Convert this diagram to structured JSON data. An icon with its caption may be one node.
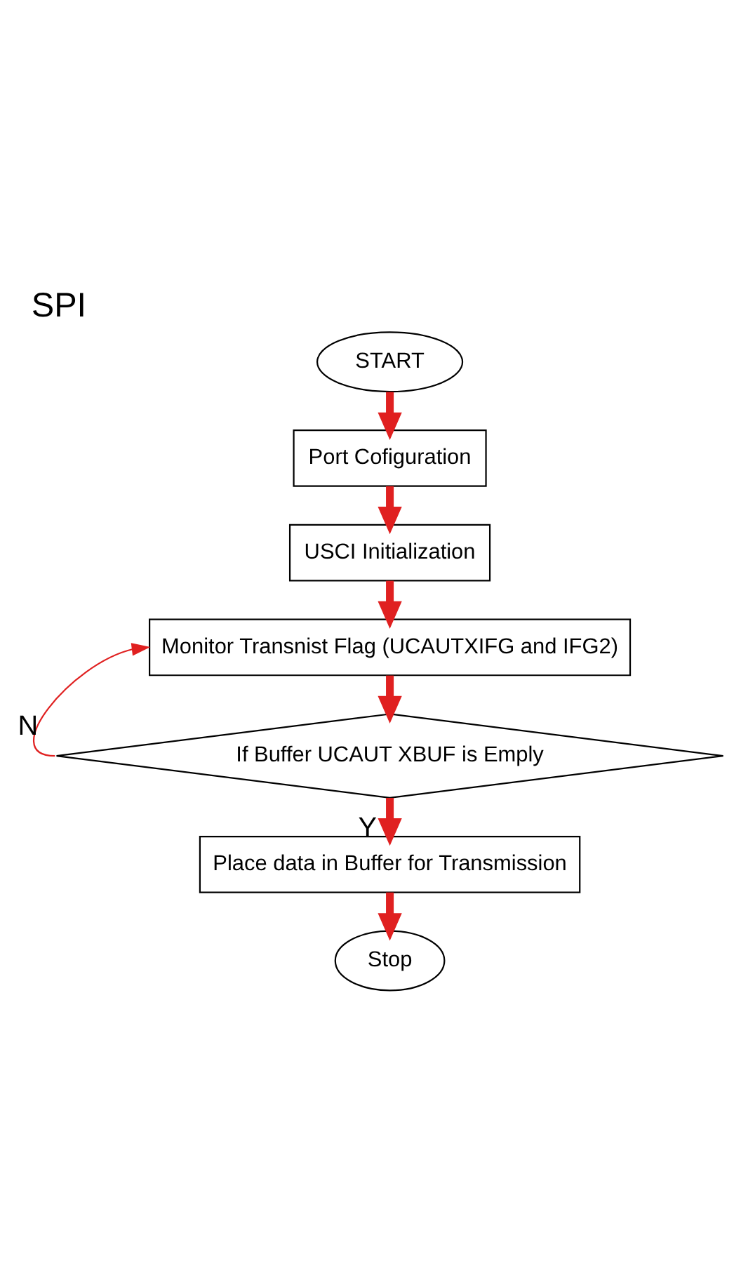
{
  "diagram": {
    "title": "SPI",
    "nodes": [
      {
        "text": [
          "START"
        ]
      },
      {
        "text": [
          "Port Cofiguration"
        ]
      },
      {
        "text": [
          "USCI Initialization"
        ]
      },
      {
        "text": [
          "Monitor Transnist Flag (UCAUTXIFG and IFG2)"
        ]
      },
      {
        "text": [
          "If Buffer UCAUT XBUF is Emply"
        ]
      },
      {
        "text": [
          "Place data in Buffer for Transmission"
        ]
      },
      {
        "text": [
          "Stop"
        ]
      }
    ],
    "edges": [
      {
        "from": 0,
        "to": 1,
        "arrow": "to",
        "color": "#e02020"
      },
      {
        "from": 1,
        "to": 2,
        "arrow": "to",
        "color": "#e02020"
      },
      {
        "from": 2,
        "to": 3,
        "arrow": "to",
        "color": "#e02020"
      },
      {
        "from": 3,
        "to": 4,
        "arrow": "to",
        "color": "#e02020"
      },
      {
        "from": 4,
        "to": 3,
        "arrow": "to",
        "label": "N",
        "color": "#e02020"
      },
      {
        "from": 4,
        "to": 5,
        "arrow": "to",
        "label": "Y",
        "color": "#e02020"
      },
      {
        "from": 5,
        "to": 6,
        "arrow": "to",
        "color": "#e02020"
      }
    ]
  }
}
